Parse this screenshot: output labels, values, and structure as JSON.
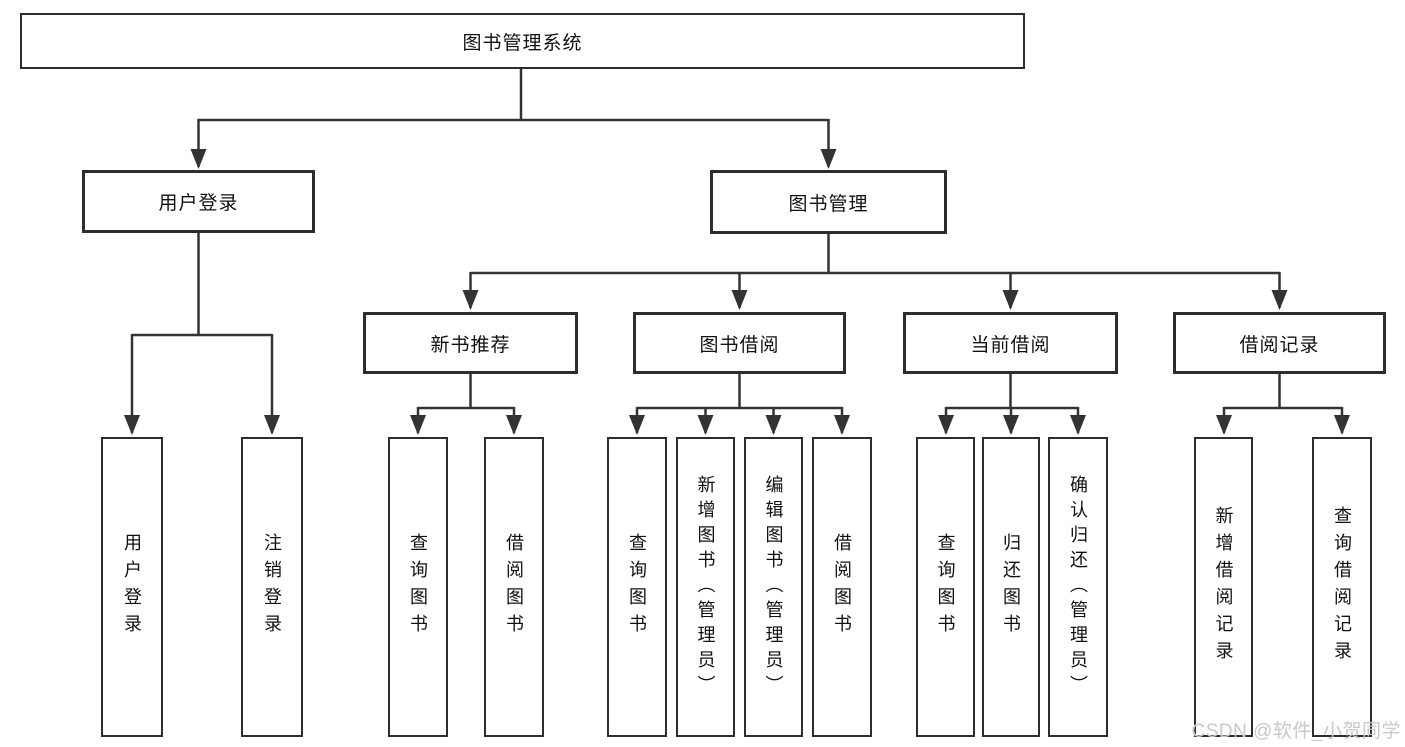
{
  "nodes": {
    "root": "图书管理系统",
    "user_login": "用户登录",
    "book_management": "图书管理",
    "new_book_recommend": "新书推荐",
    "book_borrow": "图书借阅",
    "current_borrow": "当前借阅",
    "borrow_record": "借阅记录",
    "leaf_user_login": "用户登录",
    "leaf_logout": "注销登录",
    "leaf_nb_query_books": "查询图书",
    "leaf_nb_borrow_books": "借阅图书",
    "leaf_bb_query_books": "查询图书",
    "leaf_bb_add_books_admin": "新增图书（管理员）",
    "leaf_bb_edit_books_admin": "编辑图书（管理员）",
    "leaf_bb_borrow_books": "借阅图书",
    "leaf_cb_query_books": "查询图书",
    "leaf_cb_return_books": "归还图书",
    "leaf_cb_confirm_return_admin": "确认归还（管理员）",
    "leaf_br_add_record": "新增借阅记录",
    "leaf_br_query_record": "查询借阅记录"
  },
  "watermark": "CSDN @软件_小贺同学",
  "colors": {
    "background": "#ffffff",
    "box_border": "#2d2d2d",
    "connector_line": "#333333",
    "text": "#111111",
    "watermark_text": "#c9c9c9"
  }
}
